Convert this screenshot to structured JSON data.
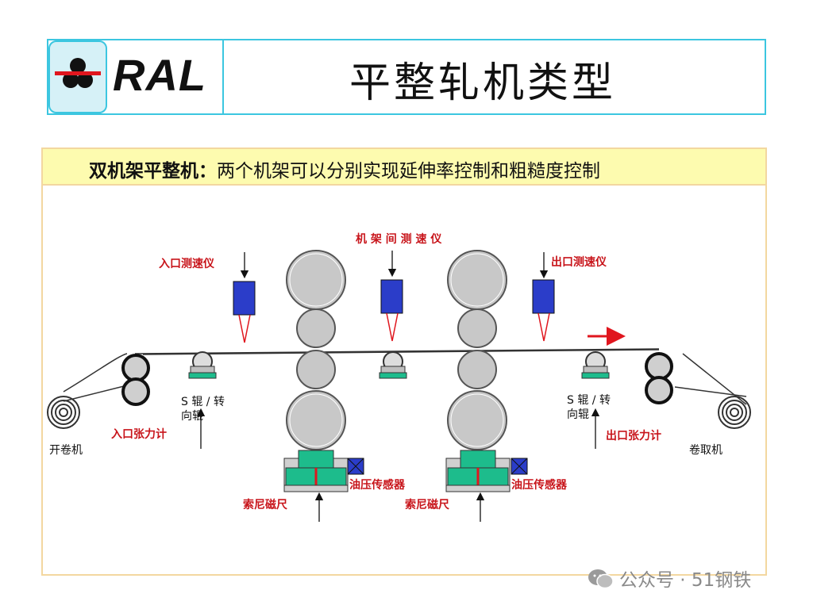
{
  "header": {
    "logo_text": "RAL",
    "title": "平整轧机类型"
  },
  "subtitle": {
    "bold": "双机架平整机：",
    "text": "两个机架可以分别实现延伸率控制和粗糙度控制"
  },
  "labels": {
    "entry_speed_meter": "入口测速仪",
    "inter_stand_speed_meter": "机 架 间 测 速 仪",
    "exit_speed_meter": "出口测速仪",
    "s_roll_left": "S 辊 / 转 向辊",
    "s_roll_right": "S 辊 / 转 向辊",
    "entry_tension_meter": "入口张力计",
    "exit_tension_meter": "出口张力计",
    "uncoiler": "开卷机",
    "coiler": "卷取机",
    "hydraulic_sensor_1": "油压传感器",
    "hydraulic_sensor_2": "油压传感器",
    "sony_scale_1": "索尼磁尺",
    "sony_scale_2": "索尼磁尺"
  },
  "watermark": "公众号 · 51钢铁",
  "colors": {
    "accent_cyan": "#3cc6e0",
    "label_red": "#c8151b",
    "sensor_blue": "#2b3dc9",
    "cylinder_green": "#1dbc8c",
    "roll_gray": "#c8c8c8",
    "subtitle_bg": "#fdfbaf"
  }
}
